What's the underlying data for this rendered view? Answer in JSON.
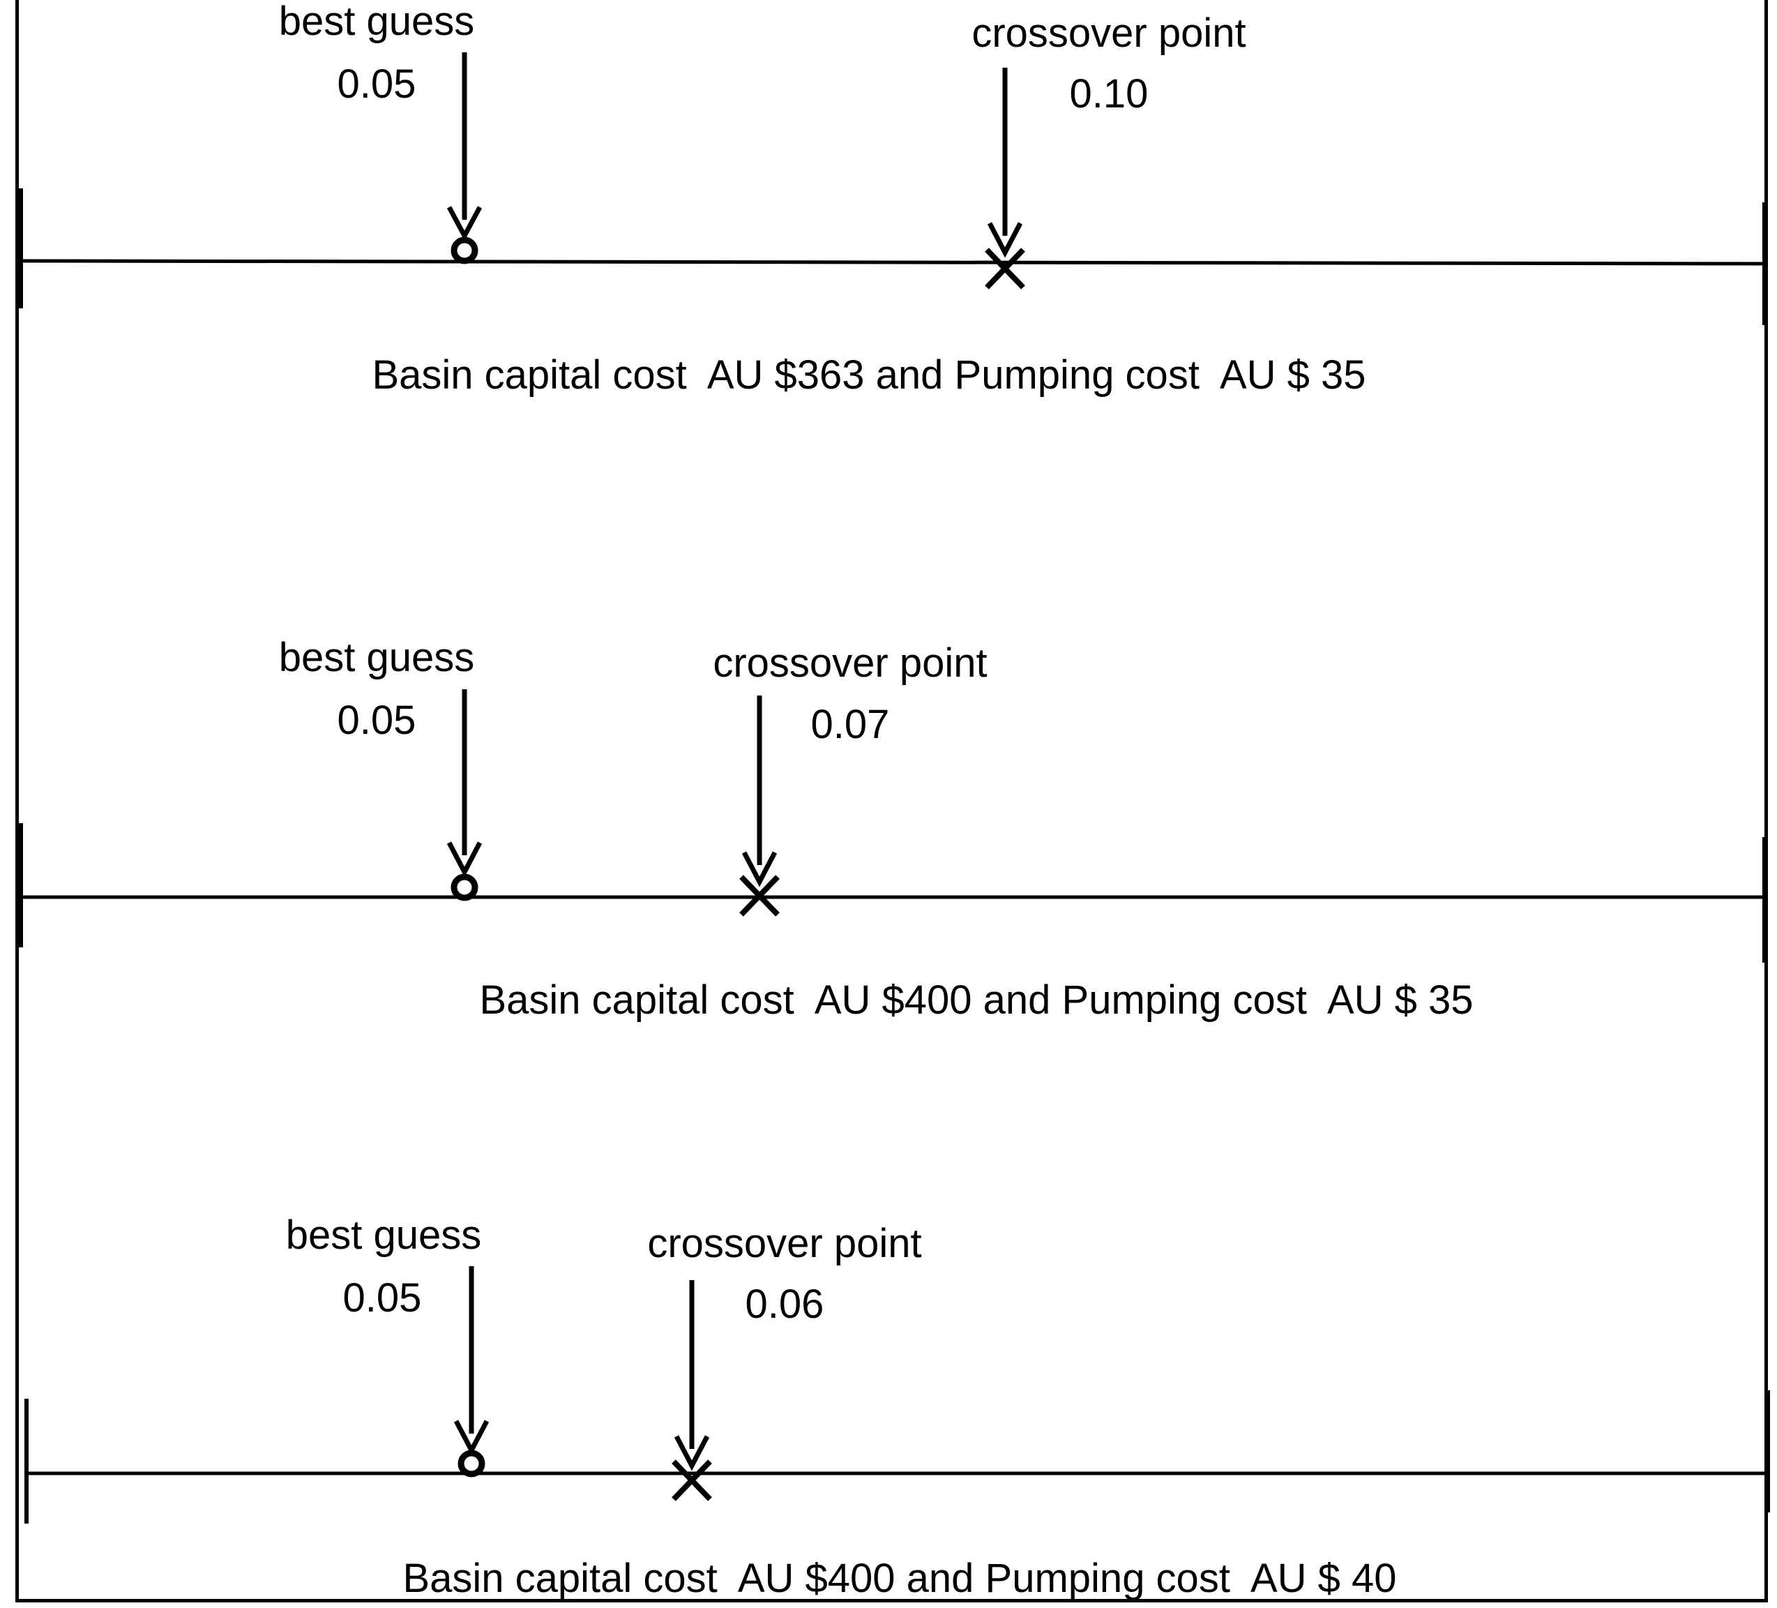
{
  "panels": [
    {
      "best_guess": {
        "label": "best guess",
        "value": "0.05"
      },
      "crossover": {
        "label": "crossover point",
        "value": "0.10"
      },
      "caption": "Basin capital cost  AU $363 and Pumping cost  AU $ 35"
    },
    {
      "best_guess": {
        "label": "best guess",
        "value": "0.05"
      },
      "crossover": {
        "label": "crossover point",
        "value": "0.07"
      },
      "caption": "Basin capital cost  AU $400 and Pumping cost  AU $ 35"
    },
    {
      "best_guess": {
        "label": "best guess",
        "value": "0.05"
      },
      "crossover": {
        "label": "crossover point",
        "value": "0.06"
      },
      "caption": "Basin capital cost  AU $400 and Pumping cost  AU $ 40"
    }
  ],
  "colors": {
    "ink": "#000000",
    "background": "#ffffff"
  },
  "icons": {
    "best_guess_marker": "circle-marker-icon",
    "crossover_marker": "x-marker-icon"
  }
}
